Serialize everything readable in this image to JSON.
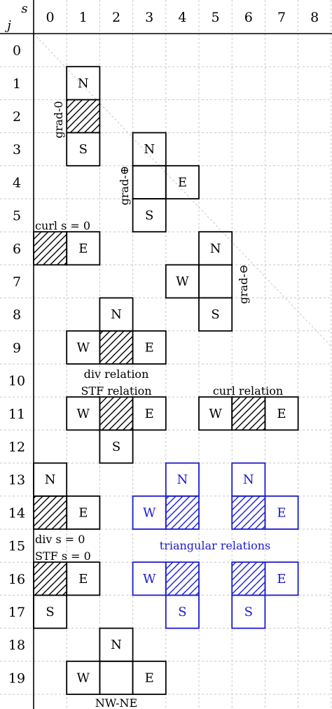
{
  "header": {
    "corner_top": "s",
    "corner_bottom": "j",
    "columns": [
      "0",
      "1",
      "2",
      "3",
      "4",
      "5",
      "6",
      "7",
      "8"
    ]
  },
  "rows": [
    "0",
    "1",
    "2",
    "3",
    "4",
    "5",
    "6",
    "7",
    "8",
    "9",
    "10",
    "11",
    "12",
    "13",
    "14",
    "15",
    "16",
    "17",
    "18",
    "19"
  ],
  "colors": {
    "black": "#000000",
    "blue": "#1a1ad0",
    "grid": "#c8c8c8"
  },
  "labels": {
    "grad0": "grad-0",
    "grad_plus": "grad-⊕",
    "grad_minus": "grad-⊖",
    "curl_s0": "curl s = 0",
    "div_relation": "div relation",
    "stf_relation": "STF relation",
    "curl_relation": "curl relation",
    "div_s0": "div s = 0",
    "stf_s0": "STF s = 0",
    "triangular_relations": "triangular relations",
    "nw_ne": "NW-NE"
  },
  "stencils": [
    {
      "name": "grad-0",
      "color": "black",
      "cells": [
        {
          "c": 1,
          "r": 1,
          "text": "N"
        },
        {
          "c": 1,
          "r": 2,
          "hatch": true
        },
        {
          "c": 1,
          "r": 3,
          "text": "S"
        }
      ]
    },
    {
      "name": "grad-plus",
      "color": "black",
      "cells": [
        {
          "c": 3,
          "r": 3,
          "text": "N"
        },
        {
          "c": 3,
          "r": 4
        },
        {
          "c": 4,
          "r": 4,
          "text": "E"
        },
        {
          "c": 3,
          "r": 5,
          "text": "S"
        }
      ]
    },
    {
      "name": "curl-s0",
      "color": "black",
      "cells": [
        {
          "c": 0,
          "r": 6,
          "hatch": true
        },
        {
          "c": 1,
          "r": 6,
          "text": "E"
        }
      ]
    },
    {
      "name": "grad-minus",
      "color": "black",
      "cells": [
        {
          "c": 5,
          "r": 6,
          "text": "N"
        },
        {
          "c": 4,
          "r": 7,
          "text": "W"
        },
        {
          "c": 5,
          "r": 7
        },
        {
          "c": 5,
          "r": 8,
          "text": "S"
        }
      ]
    },
    {
      "name": "div-relation",
      "color": "black",
      "cells": [
        {
          "c": 2,
          "r": 8,
          "text": "N"
        },
        {
          "c": 1,
          "r": 9,
          "text": "W"
        },
        {
          "c": 2,
          "r": 9,
          "hatch": true
        },
        {
          "c": 3,
          "r": 9,
          "text": "E"
        }
      ]
    },
    {
      "name": "stf-relation",
      "color": "black",
      "cells": [
        {
          "c": 1,
          "r": 11,
          "text": "W"
        },
        {
          "c": 2,
          "r": 11,
          "hatch": true
        },
        {
          "c": 3,
          "r": 11,
          "text": "E"
        },
        {
          "c": 2,
          "r": 12,
          "text": "S"
        }
      ]
    },
    {
      "name": "curl-relation",
      "color": "black",
      "cells": [
        {
          "c": 5,
          "r": 11,
          "text": "W"
        },
        {
          "c": 6,
          "r": 11,
          "hatch": true
        },
        {
          "c": 7,
          "r": 11,
          "text": "E"
        }
      ]
    },
    {
      "name": "div-s0",
      "color": "black",
      "cells": [
        {
          "c": 0,
          "r": 13,
          "text": "N"
        },
        {
          "c": 0,
          "r": 14,
          "hatch": true
        },
        {
          "c": 1,
          "r": 14,
          "text": "E"
        }
      ]
    },
    {
      "name": "stf-s0",
      "color": "black",
      "cells": [
        {
          "c": 0,
          "r": 16,
          "hatch": true
        },
        {
          "c": 1,
          "r": 16,
          "text": "E"
        },
        {
          "c": 0,
          "r": 17,
          "text": "S"
        }
      ]
    },
    {
      "name": "triangular-nw",
      "color": "blue",
      "cells": [
        {
          "c": 4,
          "r": 13,
          "text": "N"
        },
        {
          "c": 3,
          "r": 14,
          "text": "W"
        },
        {
          "c": 4,
          "r": 14,
          "hatch": true
        }
      ]
    },
    {
      "name": "triangular-ne",
      "color": "blue",
      "cells": [
        {
          "c": 6,
          "r": 13,
          "text": "N"
        },
        {
          "c": 6,
          "r": 14,
          "hatch": true
        },
        {
          "c": 7,
          "r": 14,
          "text": "E"
        }
      ]
    },
    {
      "name": "triangular-sw",
      "color": "blue",
      "cells": [
        {
          "c": 3,
          "r": 16,
          "text": "W"
        },
        {
          "c": 4,
          "r": 16,
          "hatch": true
        },
        {
          "c": 4,
          "r": 17,
          "text": "S"
        }
      ]
    },
    {
      "name": "triangular-se",
      "color": "blue",
      "cells": [
        {
          "c": 6,
          "r": 16,
          "hatch": true
        },
        {
          "c": 7,
          "r": 16,
          "text": "E"
        },
        {
          "c": 6,
          "r": 17,
          "text": "S"
        }
      ]
    },
    {
      "name": "nw-ne",
      "color": "black",
      "cells": [
        {
          "c": 2,
          "r": 18,
          "text": "N"
        },
        {
          "c": 1,
          "r": 19,
          "text": "W"
        },
        {
          "c": 2,
          "r": 19
        },
        {
          "c": 3,
          "r": 19,
          "text": "E"
        }
      ]
    }
  ]
}
